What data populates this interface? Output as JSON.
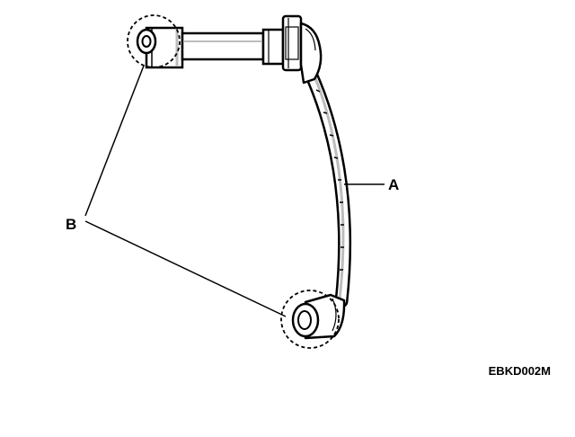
{
  "figure": {
    "callout_a": "A",
    "callout_b": "B",
    "figure_code": "EBKD002M"
  },
  "colors": {
    "ink": "#000000",
    "background": "#ffffff",
    "shade": "#bdbdbd"
  }
}
